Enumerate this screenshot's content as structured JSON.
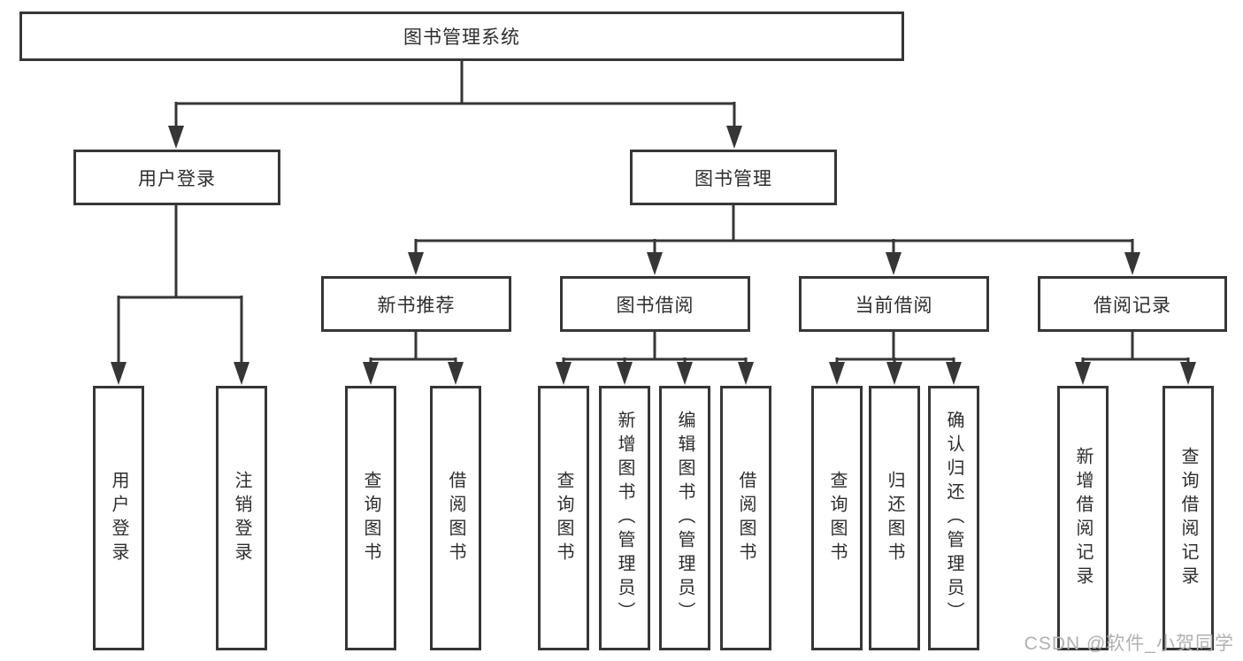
{
  "diagram_type": "hierarchy-tree",
  "tree": {
    "label": "图书管理系统",
    "children": [
      {
        "label": "用户登录",
        "children": [
          {
            "label": "用户登录"
          },
          {
            "label": "注销登录"
          }
        ]
      },
      {
        "label": "图书管理",
        "children": [
          {
            "label": "新书推荐",
            "children": [
              {
                "label": "查询图书"
              },
              {
                "label": "借阅图书"
              }
            ]
          },
          {
            "label": "图书借阅",
            "children": [
              {
                "label": "查询图书"
              },
              {
                "label": "新增图书（管理员）"
              },
              {
                "label": "编辑图书（管理员）"
              },
              {
                "label": "借阅图书"
              }
            ]
          },
          {
            "label": "当前借阅",
            "children": [
              {
                "label": "查询图书"
              },
              {
                "label": "归还图书"
              },
              {
                "label": "确认归还（管理员）"
              }
            ]
          },
          {
            "label": "借阅记录",
            "children": [
              {
                "label": "新增借阅记录"
              },
              {
                "label": "查询借阅记录"
              }
            ]
          }
        ]
      }
    ]
  },
  "watermark": "CSDN @软件_小贺同学",
  "colors": {
    "line": "#363636",
    "box_border": "#363636",
    "box_background": "#ffffff",
    "text": "#2d2d2d",
    "watermark": "#b3b0b0",
    "page_background": "#ffffff"
  }
}
